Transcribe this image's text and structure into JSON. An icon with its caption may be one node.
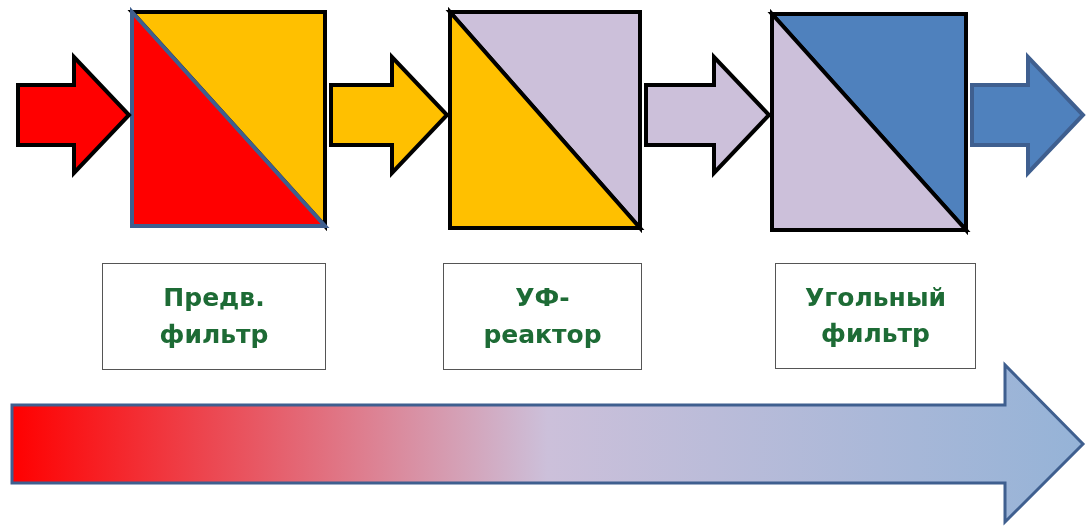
{
  "diagram": {
    "nodes": [
      {
        "text": [],
        "shape": "box"
      },
      {
        "text": [],
        "shape": "box"
      },
      {
        "text": [],
        "shape": "box"
      },
      {
        "text": [
          "Предв. фильтр"
        ]
      },
      {
        "text": [
          "УФ- реактор"
        ]
      },
      {
        "text": [
          "Угольный фильтр"
        ]
      }
    ],
    "edges": [
      {
        "from": null,
        "to": 0,
        "arrow": "to",
        "color": "#ff0000"
      },
      {
        "from": 0,
        "to": 1,
        "arrow": "to",
        "color": "#ffc000"
      },
      {
        "from": 1,
        "to": 2,
        "arrow": "to",
        "color": "#ccc0da"
      },
      {
        "from": 2,
        "to": null,
        "arrow": "to",
        "color": "#4f81bd"
      }
    ]
  }
}
